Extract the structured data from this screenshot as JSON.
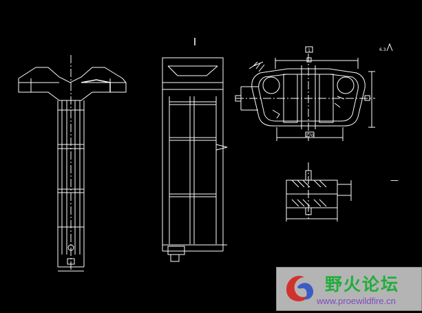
{
  "drawing": {
    "section_mark": "I",
    "annotations": {
      "top_box": "1",
      "roughness": "6.3",
      "bottom_dim": "270",
      "dash_mark": "—"
    },
    "colors": {
      "background": "#000000",
      "line": "#ffffff",
      "watermark_bg": "#cdcdcd",
      "watermark_title": "#1fae3a",
      "watermark_url": "#7a4cc0",
      "logo_red": "#d2322d",
      "logo_blue": "#3b5cc4"
    }
  },
  "watermark": {
    "title": "野火论坛",
    "url": "www.proewildfire.cn"
  }
}
